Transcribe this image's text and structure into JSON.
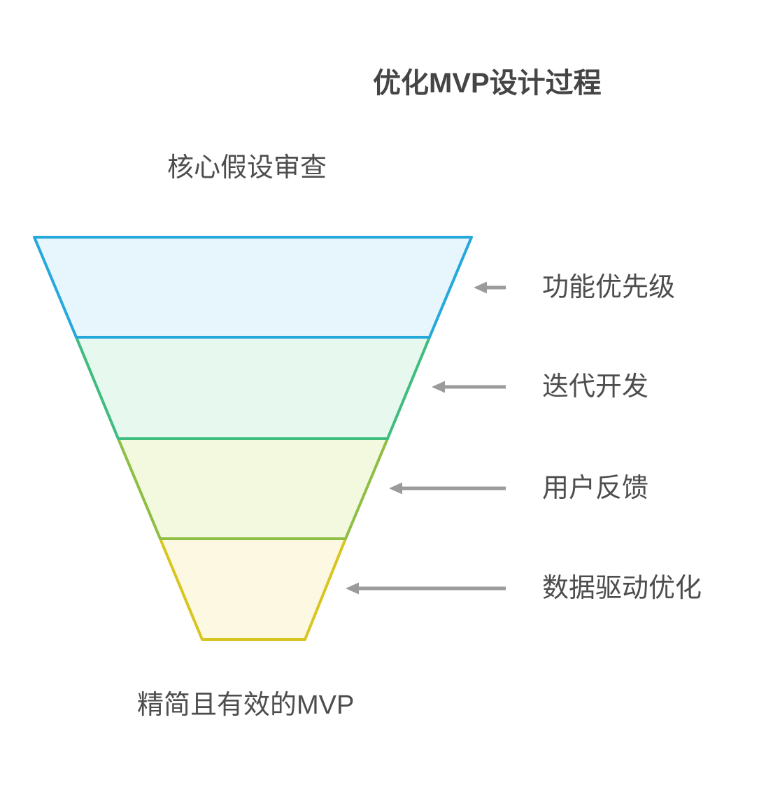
{
  "title": "优化MVP设计过程",
  "funnel": {
    "top_label": "核心假设审查",
    "bottom_label": "精简且有效的MVP",
    "layers": [
      {
        "label": "功能优先级",
        "fill": "#e7f5fc",
        "stroke": "#25a8db"
      },
      {
        "label": "迭代开发",
        "fill": "#e7f9ef",
        "stroke": "#3ebd7e"
      },
      {
        "label": "用户反馈",
        "fill": "#f3f9df",
        "stroke": "#8fbe45"
      },
      {
        "label": "数据驱动优化",
        "fill": "#fdf8e1",
        "stroke": "#d9c520"
      }
    ]
  },
  "theme": {
    "text_color": "#4d4d4d",
    "title_color": "#454545",
    "arrow_color": "#9b9b9b"
  }
}
